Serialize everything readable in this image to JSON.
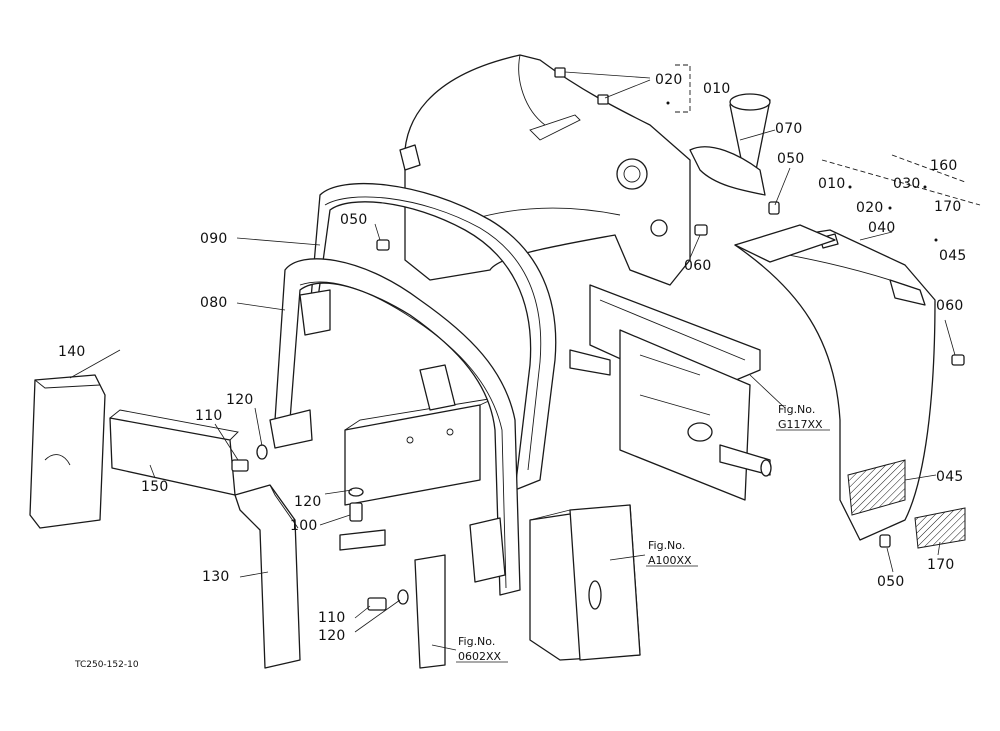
{
  "drawing_code": "TC250-152-10",
  "part_labels": {
    "p020": "020",
    "p010": "010",
    "p070": "070",
    "p050a": "050",
    "p050b": "050",
    "p050c": "050",
    "p090": "090",
    "p060a": "060",
    "p060b": "060",
    "p080": "080",
    "p140": "140",
    "p120a": "120",
    "p120b": "120",
    "p120c": "120",
    "p110a": "110",
    "p110b": "110",
    "p150": "150",
    "p100": "100",
    "p130": "130",
    "p040": "040",
    "p045a": "045",
    "p045b": "045",
    "p170": "170",
    "p160": "160",
    "p010b": "010",
    "p030": "030",
    "p020b": "020",
    "p170b": "170"
  },
  "figure_refs": {
    "g117_line1": "Fig.No.",
    "g117_line2": "G117XX",
    "a100_line1": "Fig.No.",
    "a100_line2": "A100XX",
    "o602_line1": "Fig.No.",
    "o602_line2": "0602XX"
  }
}
